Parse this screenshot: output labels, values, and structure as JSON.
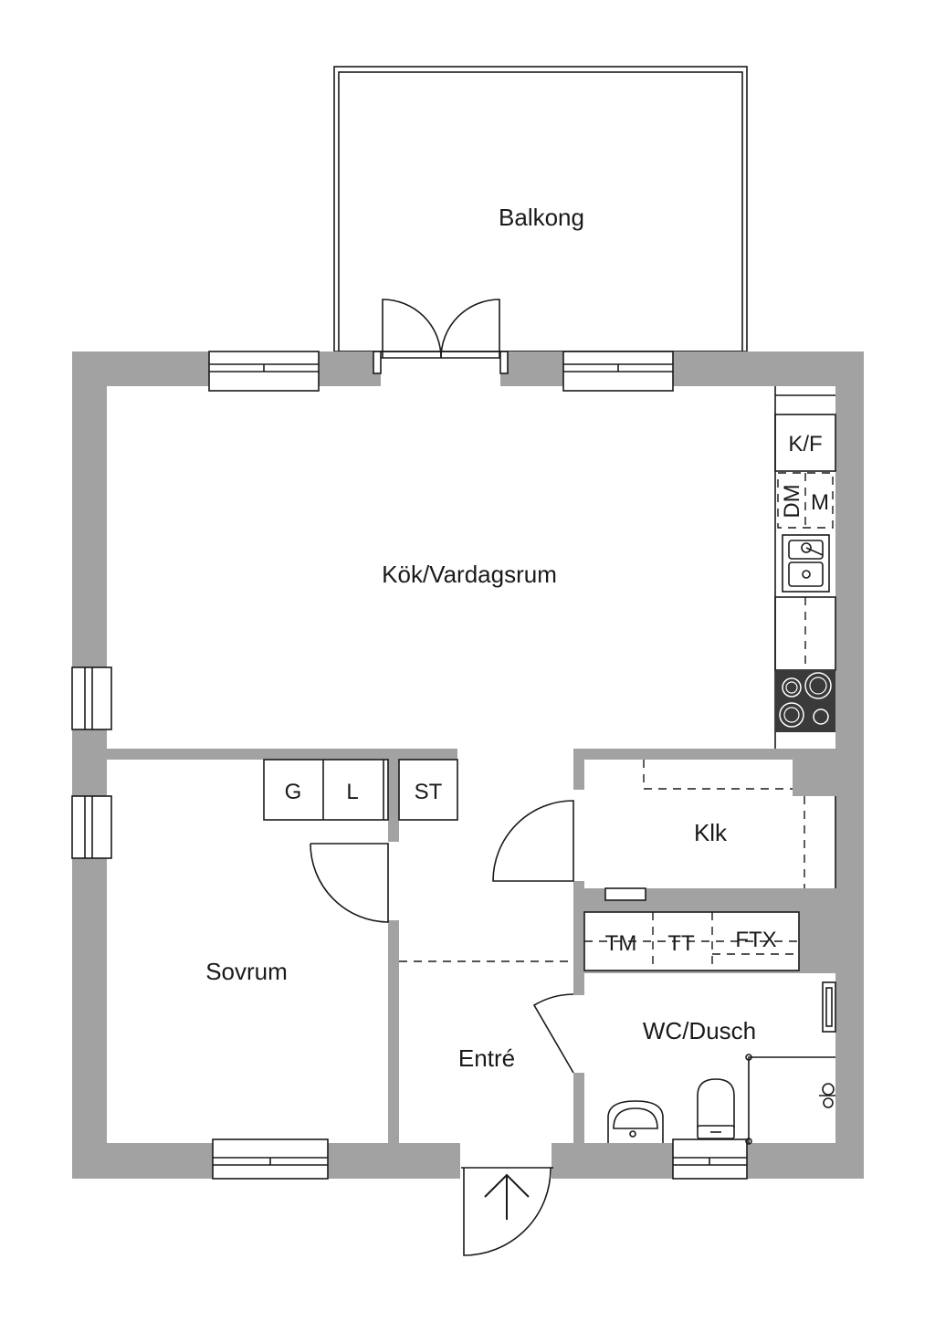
{
  "plan": {
    "colors": {
      "wall": "#a2a2a2",
      "line": "#1a1a1a",
      "background": "#ffffff",
      "stove": "#3a3a3a"
    },
    "rooms": {
      "balcony": "Balkong",
      "kitchen_living": "Kök/Vardagsrum",
      "bedroom": "Sovrum",
      "closet": "Klk",
      "entrance": "Entré",
      "bathroom": "WC/Dusch"
    },
    "fixtures": {
      "fridge_freezer": "K/F",
      "dishwasher": "DM",
      "microwave": "M",
      "wardrobe_g": "G",
      "wardrobe_l": "L",
      "storage": "ST",
      "washer": "TM",
      "dryer": "TT",
      "ventilation": "FTX"
    },
    "icons": [
      "window-icon",
      "door-swing-icon",
      "sink-icon",
      "stove-icon",
      "toilet-icon",
      "entrance-arrow-icon"
    ]
  }
}
